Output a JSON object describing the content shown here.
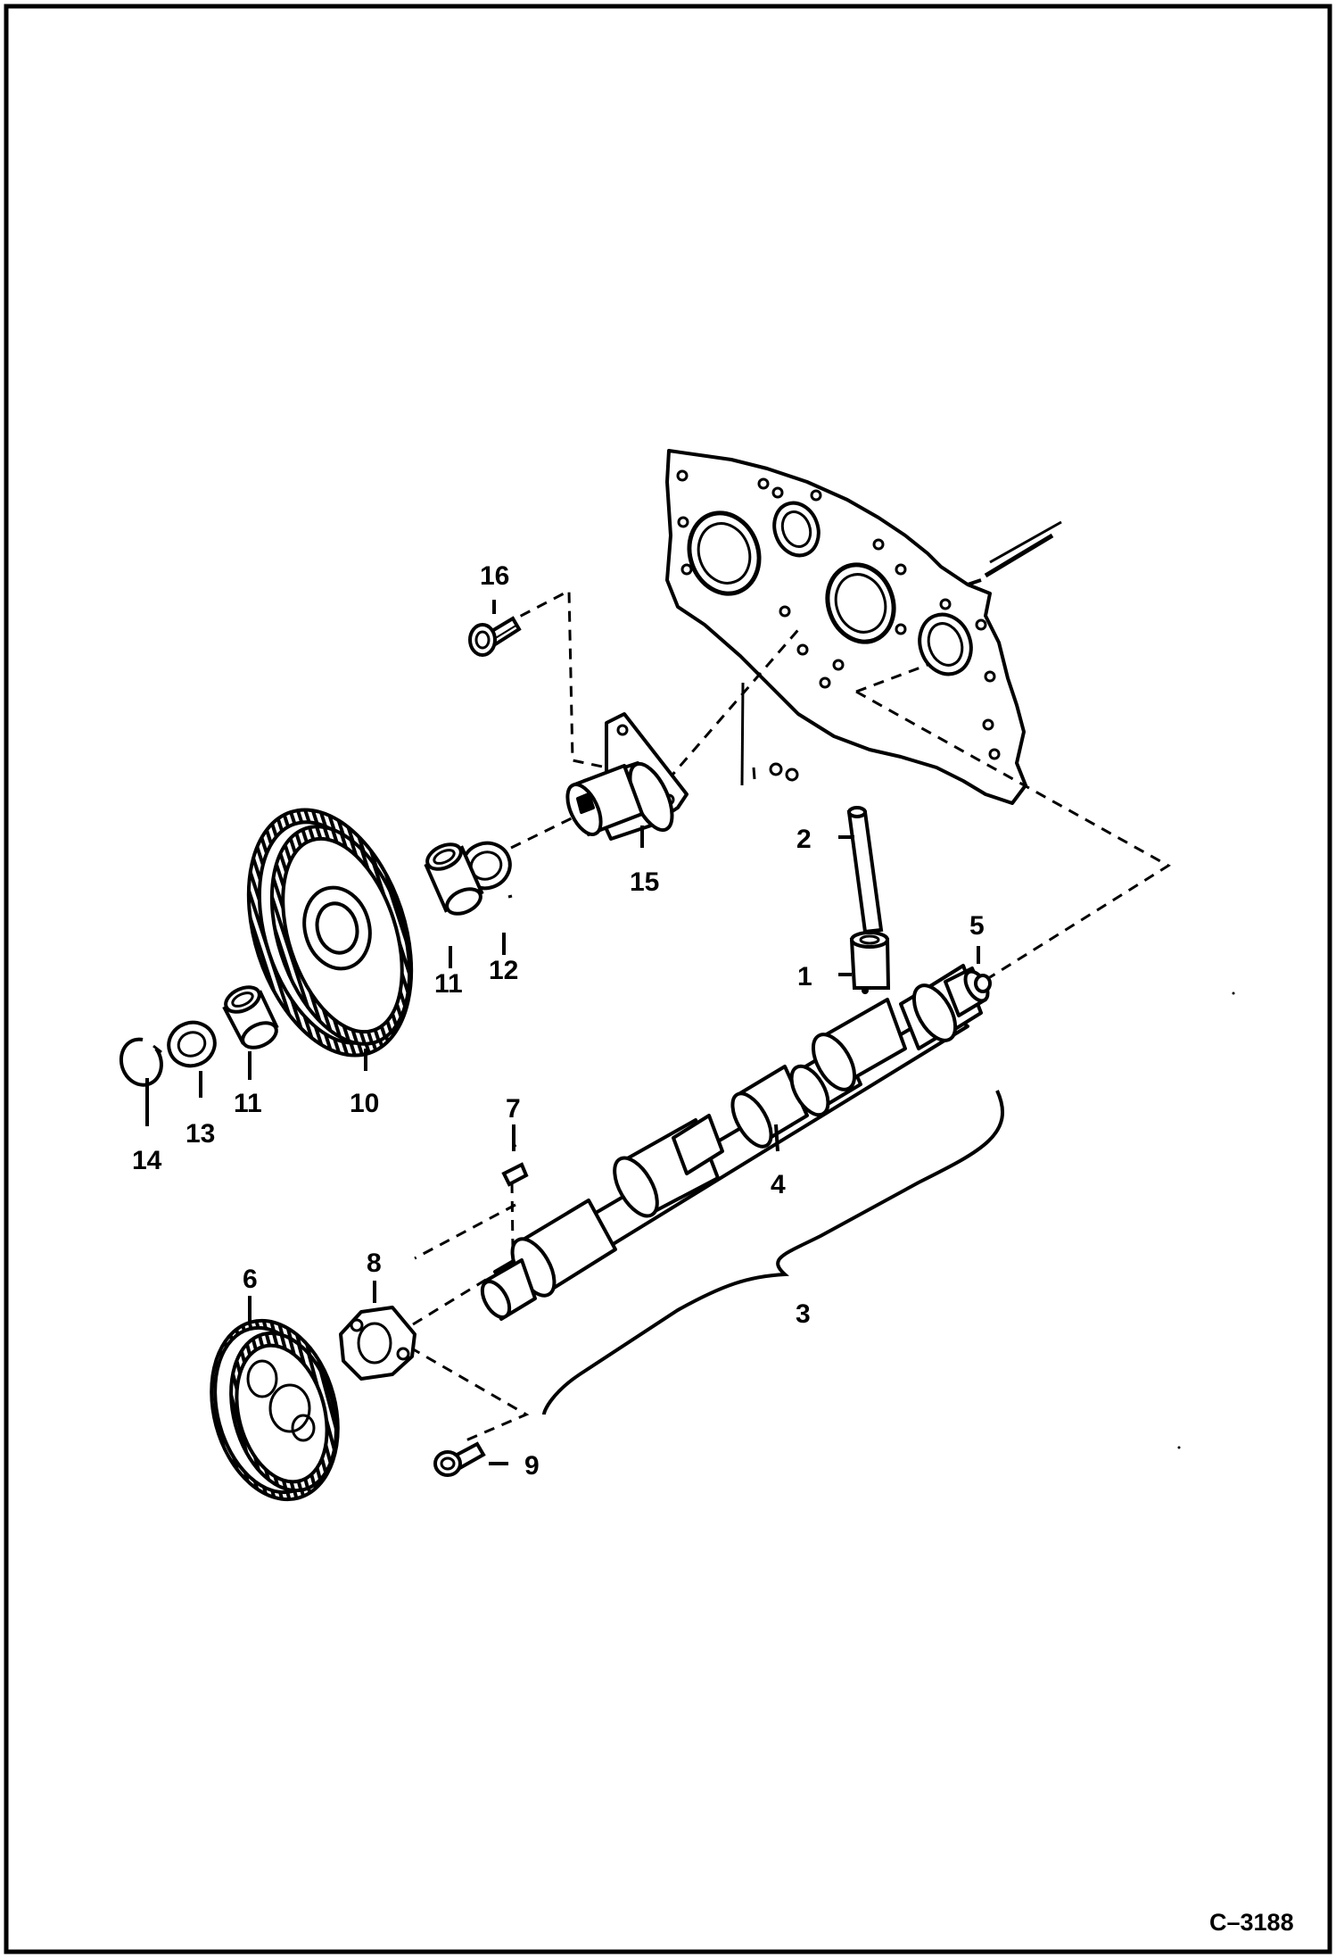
{
  "diagram": {
    "figure_ref": "C–3188",
    "callouts": [
      {
        "id": "c1",
        "label": "1"
      },
      {
        "id": "c2",
        "label": "2"
      },
      {
        "id": "c3",
        "label": "3"
      },
      {
        "id": "c4",
        "label": "4"
      },
      {
        "id": "c5",
        "label": "5"
      },
      {
        "id": "c6",
        "label": "6"
      },
      {
        "id": "c7",
        "label": "7"
      },
      {
        "id": "c8",
        "label": "8"
      },
      {
        "id": "c9",
        "label": "9"
      },
      {
        "id": "c10",
        "label": "10"
      },
      {
        "id": "c11a",
        "label": "11"
      },
      {
        "id": "c11b",
        "label": "11"
      },
      {
        "id": "c12",
        "label": "12"
      },
      {
        "id": "c13",
        "label": "13"
      },
      {
        "id": "c14",
        "label": "14"
      },
      {
        "id": "c15",
        "label": "15"
      },
      {
        "id": "c16",
        "label": "16"
      }
    ]
  }
}
